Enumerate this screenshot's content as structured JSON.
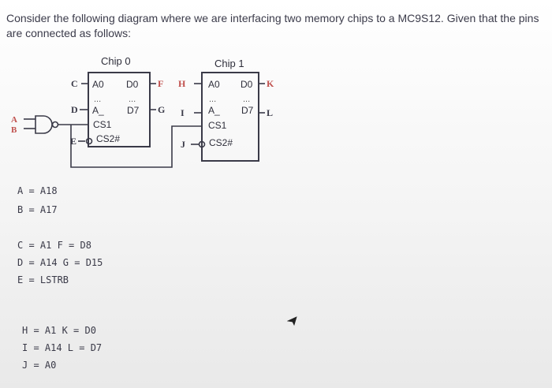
{
  "question": "Consider the following diagram where we are interfacing two memory chips to a MC9S12. Given that the pins are connected as follows:",
  "diagram": {
    "chip0": {
      "title": "Chip 0",
      "pin_a0": "A0",
      "pin_a_top": "A_",
      "pin_cs1": "CS1",
      "pin_cs2": "CS2#",
      "pin_d0": "D0",
      "pin_d7": "D7",
      "ellipsis_left": "...",
      "ellipsis_right": "..."
    },
    "chip1": {
      "title": "Chip 1",
      "pin_a0": "A0",
      "pin_a_top": "A_",
      "pin_cs1": "CS1",
      "pin_cs2": "CS2#",
      "pin_d0": "D0",
      "pin_d7": "D7",
      "ellipsis_left": "...",
      "ellipsis_right": "..."
    },
    "labels": {
      "A": "A",
      "B": "B",
      "C": "C",
      "D": "D",
      "E": "E",
      "F": "F",
      "G": "G",
      "H": "H",
      "I": "I",
      "J": "J",
      "K": "K",
      "L": "L"
    }
  },
  "assignments": {
    "line1": "A = A18",
    "line2": "B = A17",
    "line3": "C = A1 F = D8",
    "line4": "D = A14 G = D15",
    "line5": "E = LSTRB",
    "line6": "H = A1 K = D0",
    "line7": "I = A14 L = D7",
    "line8": "J = A0"
  },
  "colors": {
    "ink": "#3a3a48",
    "background": "#ffffff"
  },
  "icons": {
    "cursor": "arrow-cursor-icon"
  }
}
